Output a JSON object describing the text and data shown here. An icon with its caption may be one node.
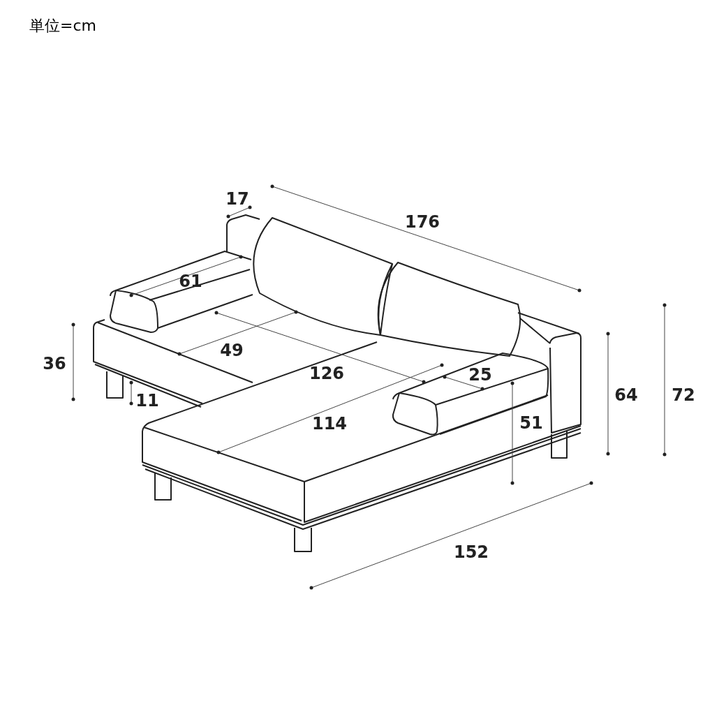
{
  "diagram": {
    "labels": [
      "単位=cm",
      "17",
      "176",
      "61",
      "49",
      "36",
      "126",
      "25",
      "11",
      "64",
      "72",
      "114",
      "51",
      "152"
    ]
  }
}
